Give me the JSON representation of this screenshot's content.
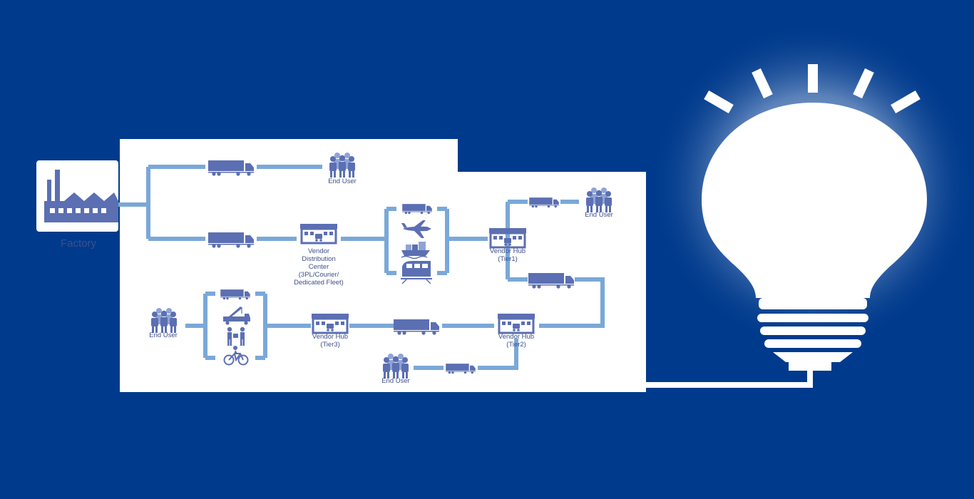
{
  "diagram": {
    "factory_label": "Factory",
    "end_user_label": "End User",
    "vendor_dc": {
      "line1": "Vendor",
      "line2": "Distribution",
      "line3": "Center",
      "line4": "(3PL/Courier/",
      "line5": "Dedicated Fleet)"
    },
    "vendor_hub_label": "Vendor Hub",
    "tier1": "(Tier1)",
    "tier2": "(Tier2)",
    "tier3": "(Tier3)"
  },
  "icons": [
    "factory-icon",
    "truck-icon",
    "people-icon",
    "warehouse-icon",
    "airplane-icon",
    "ship-icon",
    "train-icon",
    "crane-truck-icon",
    "delivery-person-icon",
    "bicycle-icon",
    "light-bulb-icon"
  ],
  "colors": {
    "background": "#003a8c",
    "panel": "#ffffff",
    "connector": "#7aa8d8",
    "icon": "#5b6fb2",
    "text": "#3f4f88"
  }
}
